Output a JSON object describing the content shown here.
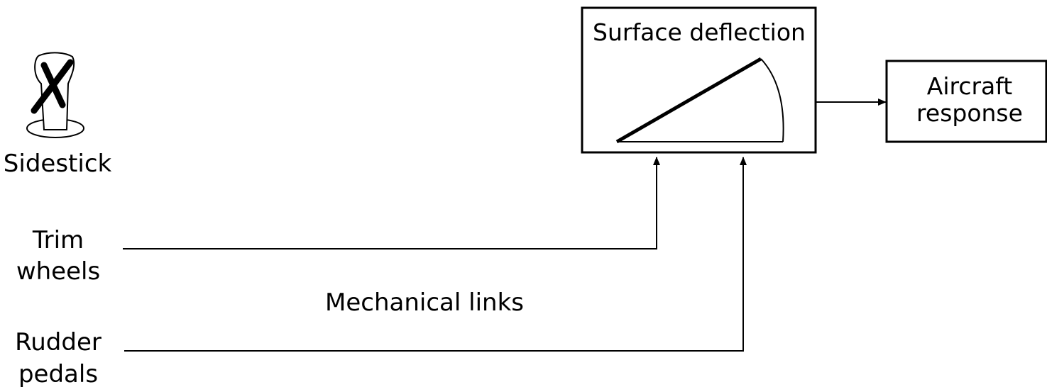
{
  "controls": {
    "sidestick": "Sidestick",
    "trim_wheels": [
      "Trim",
      "wheels"
    ],
    "rudder_pedals": [
      "Rudder",
      "pedals"
    ]
  },
  "links_label": "Mechanical links",
  "boxes": {
    "surface_deflection": "Surface deflection",
    "aircraft_response": [
      "Aircraft",
      "response"
    ]
  },
  "icons": {
    "sidestick": "sidestick-crossed-out-icon",
    "deflection": "surface-deflection-arc-icon"
  },
  "colors": {
    "line": "#000000",
    "background": "#ffffff"
  }
}
